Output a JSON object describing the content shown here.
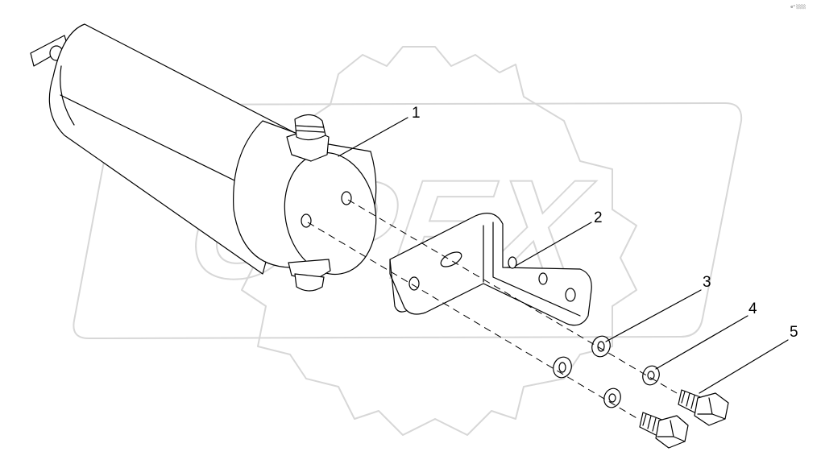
{
  "watermark": {
    "text": "OPEX"
  },
  "corner_label": "e° ░░░",
  "callouts": [
    {
      "number": "1"
    },
    {
      "number": "2"
    },
    {
      "number": "3"
    },
    {
      "number": "4"
    },
    {
      "number": "5"
    }
  ]
}
